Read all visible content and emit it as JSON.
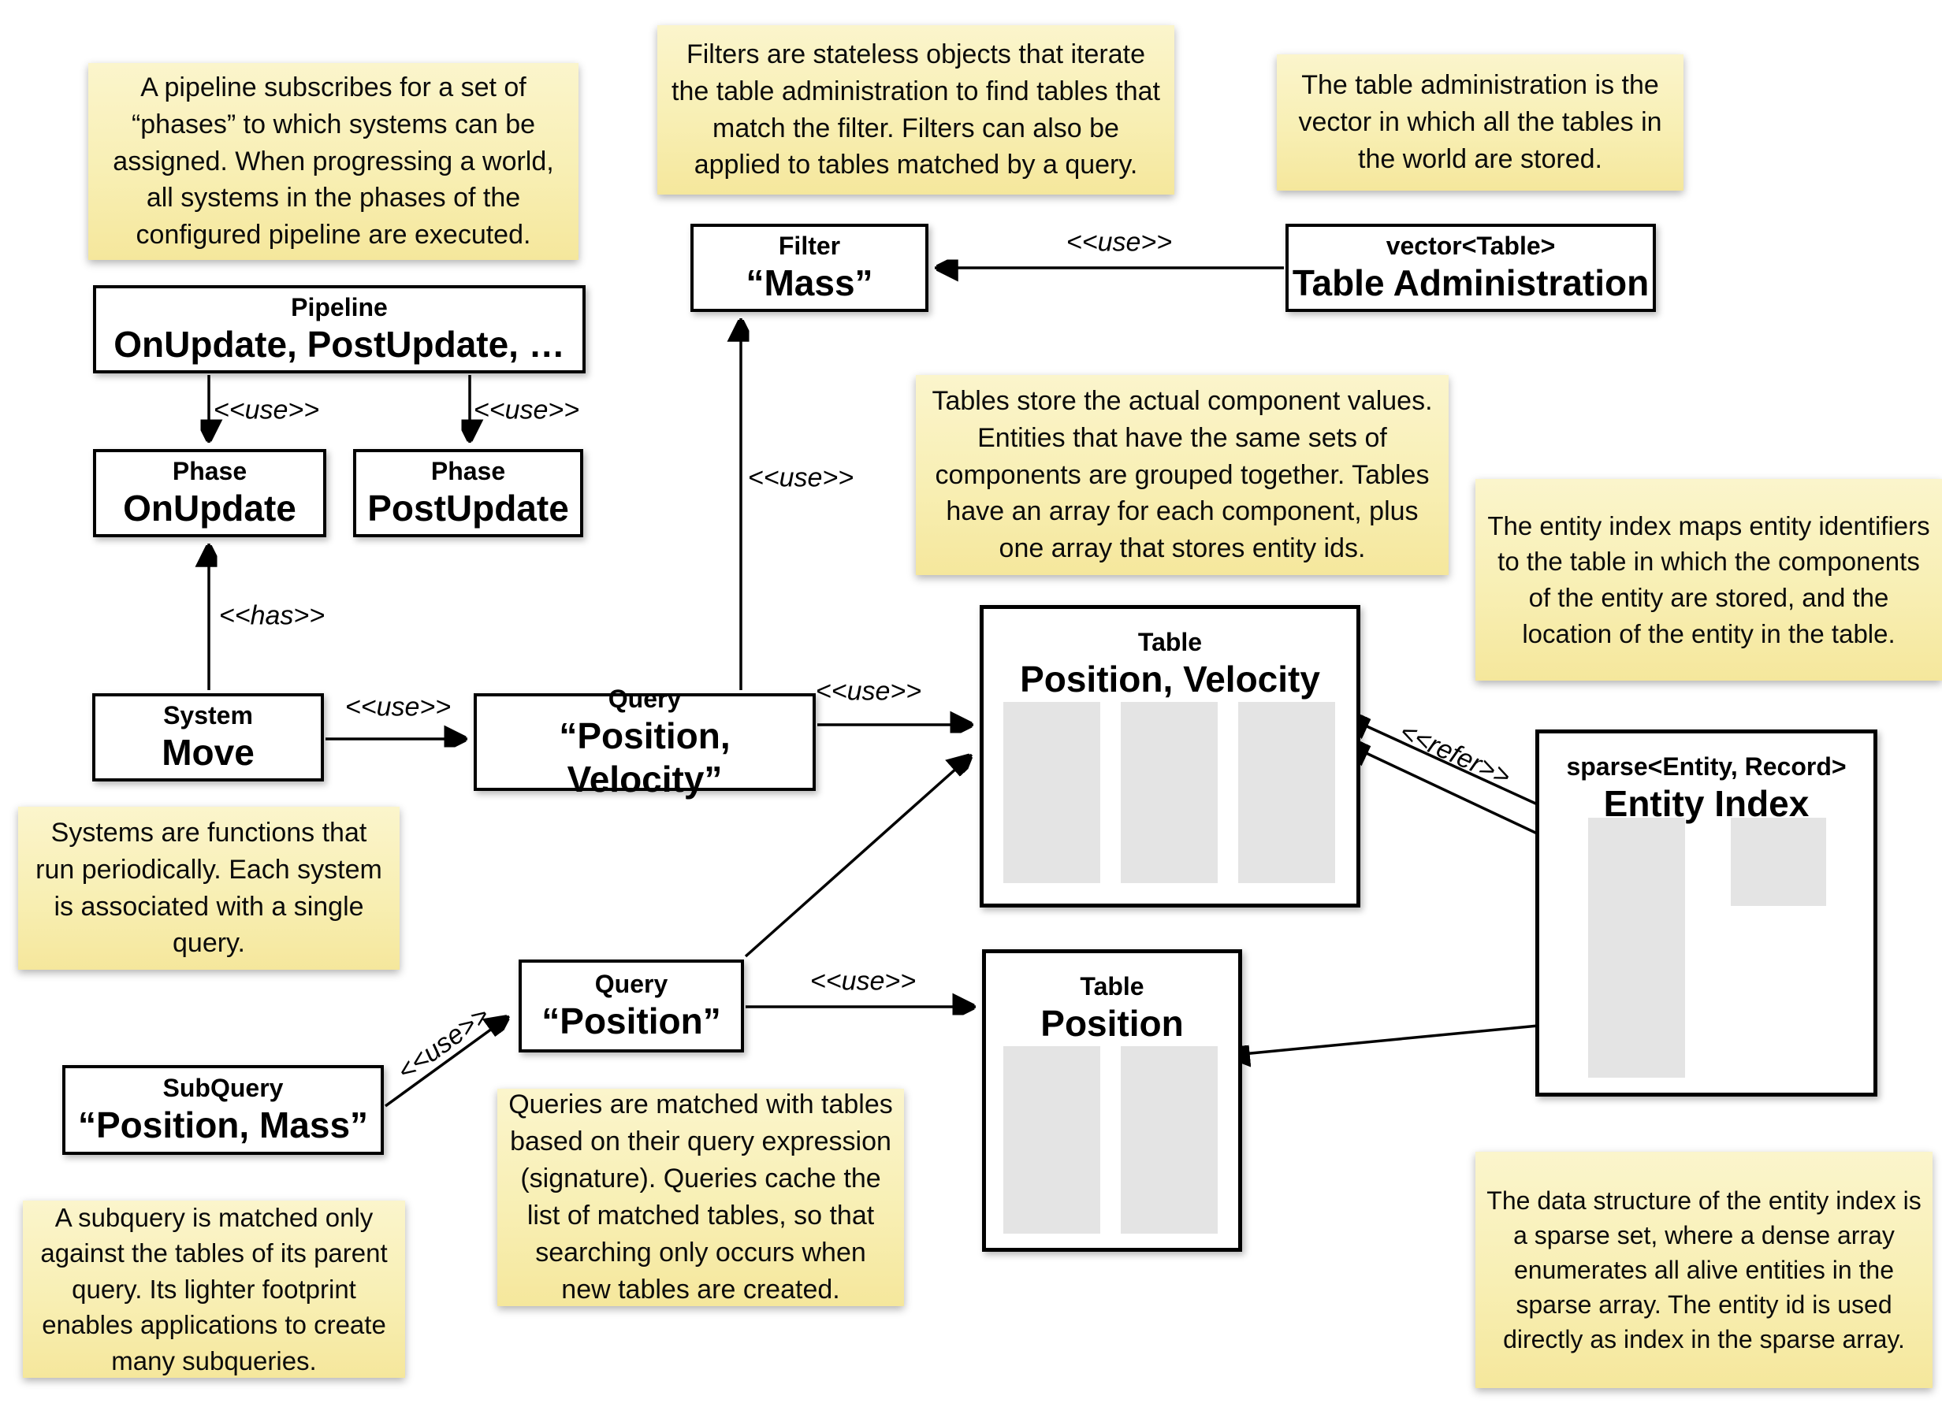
{
  "diagram": {
    "subject": "ECS world architecture diagram",
    "colors": {
      "note_top": "#FBF5CC",
      "note_bottom": "#F5E79C",
      "box_background": "#FFFFFF",
      "box_border": "#000000",
      "array_fill": "#E4E4E4",
      "connector": "#000000"
    }
  },
  "notes": [
    {
      "id": "pipeline",
      "text": "A pipeline subscribes for a set of “phases” to which systems can be assigned. When progressing a world, all systems in the phases of the configured pipeline are executed."
    },
    {
      "id": "filters",
      "text": "Filters are stateless objects that iterate the table administration to find tables that match the filter. Filters can also be applied to tables matched by a query."
    },
    {
      "id": "table_admin",
      "text": "The table administration is the vector in which all the tables in the world are stored."
    },
    {
      "id": "tables",
      "text": "Tables store the actual component values. Entities that have the same sets of components are grouped together. Tables have an array for each component, plus one array that stores entity ids."
    },
    {
      "id": "entity_index",
      "text": "The entity index maps entity identifiers to the table in which the components of the entity are stored, and the location of the entity in the table."
    },
    {
      "id": "systems",
      "text": "Systems are functions that run periodically. Each system is associated with a single query."
    },
    {
      "id": "queries",
      "text": "Queries are matched with tables based on their query expression (signature). Queries cache the list of matched tables, so that searching only occurs when new tables are created."
    },
    {
      "id": "subquery",
      "text": "A subquery is matched only against the tables of its parent query. Its lighter footprint enables applications to create many subqueries."
    },
    {
      "id": "sparse_set",
      "text": "The data structure of the entity index is a sparse set, where a dense array enumerates all alive entities in the sparse array. The entity id is used directly as index in the sparse array."
    }
  ],
  "boxes": [
    {
      "id": "pipeline",
      "title": "Pipeline",
      "value": "OnUpdate, PostUpdate, …"
    },
    {
      "id": "phase_onupdate",
      "title": "Phase",
      "value": "OnUpdate"
    },
    {
      "id": "phase_postupdate",
      "title": "Phase",
      "value": "PostUpdate"
    },
    {
      "id": "filter_mass",
      "title": "Filter",
      "value": "“Mass”"
    },
    {
      "id": "table_administration",
      "title": "vector<Table>",
      "value": "Table Administration"
    },
    {
      "id": "system_move",
      "title": "System",
      "value": "Move"
    },
    {
      "id": "query_position_velocity",
      "title": "Query",
      "value": "“Position, Velocity”"
    },
    {
      "id": "query_position",
      "title": "Query",
      "value": "“Position”"
    },
    {
      "id": "subquery_position_mass",
      "title": "SubQuery",
      "value": "“Position, Mass”"
    },
    {
      "id": "table_position_velocity",
      "title": "Table",
      "value": "Position, Velocity"
    },
    {
      "id": "table_position",
      "title": "Table",
      "value": "Position"
    },
    {
      "id": "entity_index",
      "title": "sparse<Entity, Record>",
      "value": "Entity Index"
    }
  ],
  "edge_labels": [
    {
      "id": "use_pipeline_onupdate",
      "text": "<<use>>"
    },
    {
      "id": "use_pipeline_postupdate",
      "text": "<<use>>"
    },
    {
      "id": "has_system_phase",
      "text": "<<has>>"
    },
    {
      "id": "use_system_query",
      "text": "<<use>>"
    },
    {
      "id": "use_query_filter",
      "text": "<<use>>"
    },
    {
      "id": "use_query_table_pv",
      "text": "<<use>>"
    },
    {
      "id": "use_admin_filter",
      "text": "<<use>>"
    },
    {
      "id": "use_queryp_tablep",
      "text": "<<use>>"
    },
    {
      "id": "use_subquery_query",
      "text": "<<use>>"
    },
    {
      "id": "refer_index_table",
      "text": "<<refer>>"
    }
  ]
}
